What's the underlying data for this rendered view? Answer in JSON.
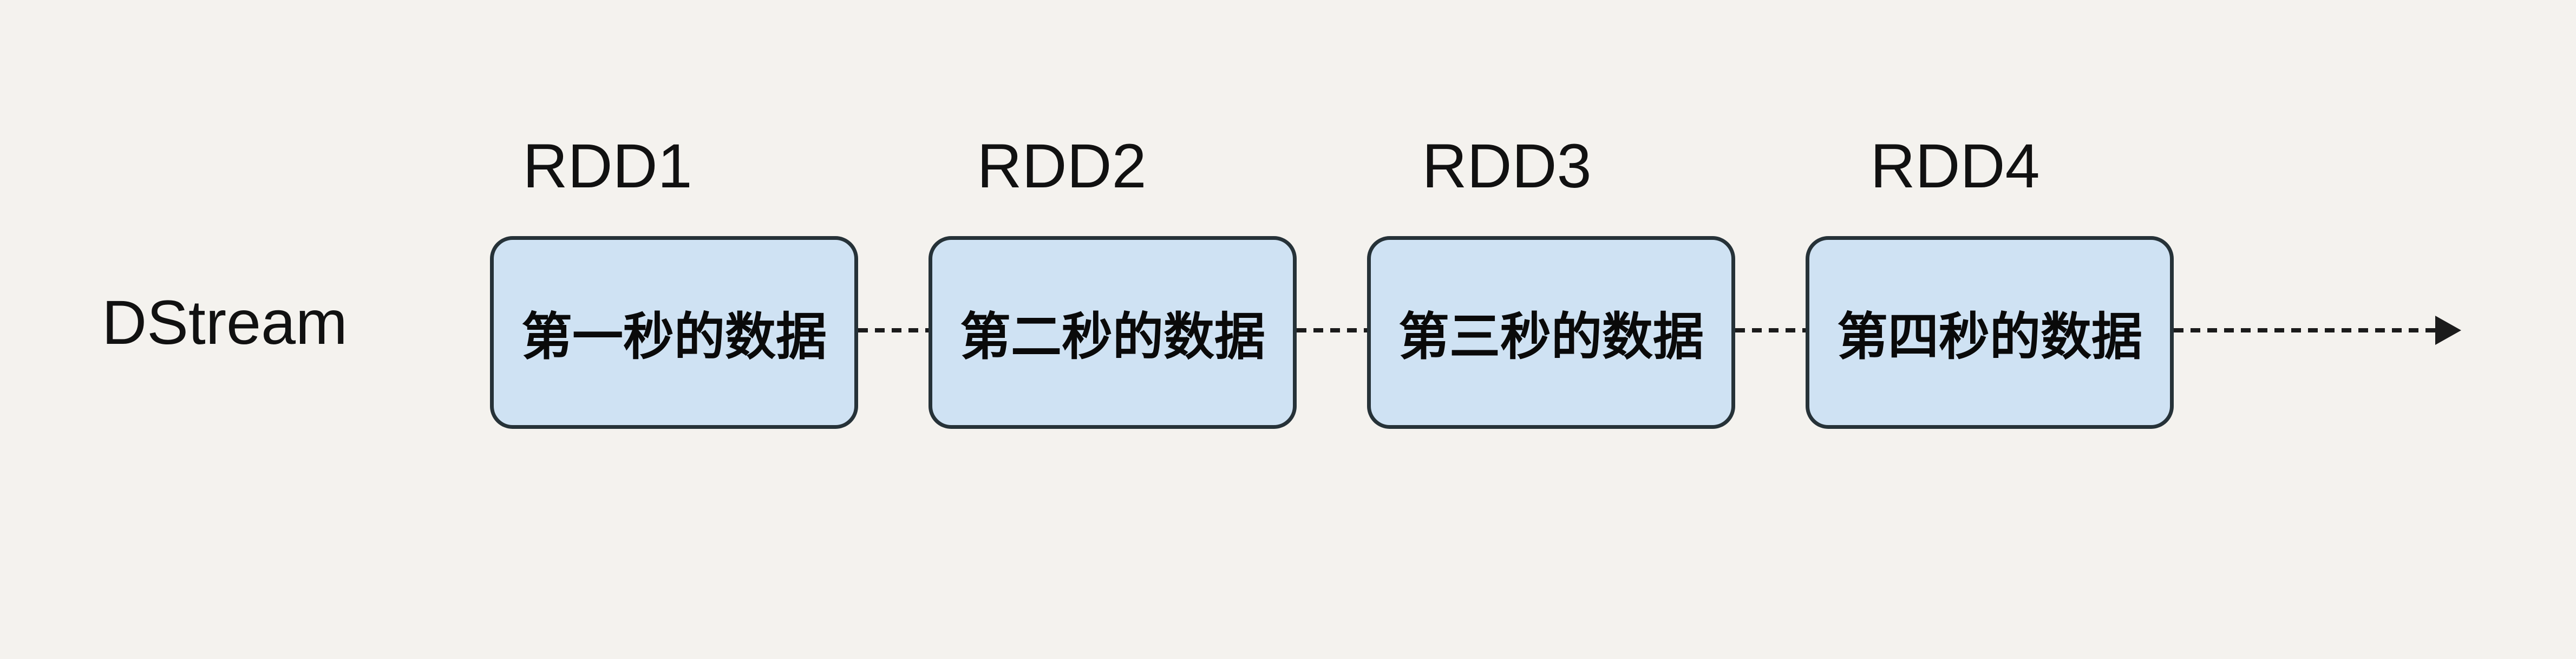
{
  "diagram": {
    "stream_label": "DStream",
    "nodes": [
      {
        "label": "RDD1",
        "text": "第一秒的数据"
      },
      {
        "label": "RDD2",
        "text": "第二秒的数据"
      },
      {
        "label": "RDD3",
        "text": "第三秒的数据"
      },
      {
        "label": "RDD4",
        "text": "第四秒的数据"
      }
    ],
    "flow_direction": "left-to-right",
    "colors": {
      "background": "#f4f2ee",
      "box_fill": "#cfe2f3",
      "box_border": "#263238",
      "text": "#111111",
      "connector": "#1b1b1b"
    }
  }
}
